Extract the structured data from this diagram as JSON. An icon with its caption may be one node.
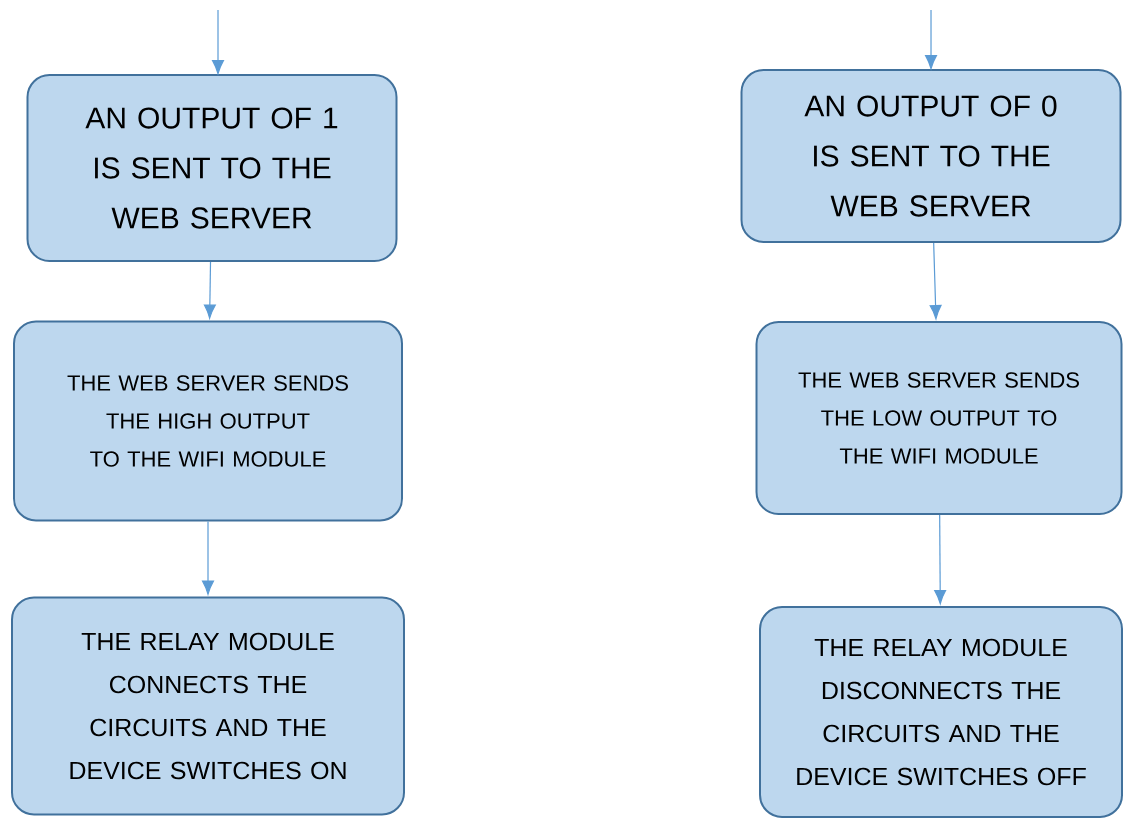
{
  "diagram": {
    "nodes": [
      {
        "text": [
          "AN OUTPUT OF 1 IS SENT TO THE WEB SERVER"
        ]
      },
      {
        "text": [
          "THE WEB SERVER SENDS THE HIGH OUTPUT TO THE WIFI MODULE"
        ]
      },
      {
        "text": [
          "THE RELAY MODULE CONNECTS THE CIRCUITS AND THE DEVICE SWITCHES ON"
        ]
      },
      {
        "text": [
          "AN OUTPUT OF 0 IS SENT TO THE WEB SERVER"
        ]
      },
      {
        "text": [
          "THE WEB SERVER SENDS THE LOW OUTPUT TO THE WIFI MODULE"
        ]
      },
      {
        "text": [
          "THE RELAY MODULE DISCONNECTS THE CIRCUITS AND THE DEVICE SWITCHES OFF"
        ]
      }
    ],
    "edges": [
      {
        "from": null,
        "to": 0,
        "arrow": "to"
      },
      {
        "from": 0,
        "to": 1,
        "arrow": "to"
      },
      {
        "from": 1,
        "to": 2,
        "arrow": "to"
      },
      {
        "from": null,
        "to": 3,
        "arrow": "to"
      },
      {
        "from": 3,
        "to": 4,
        "arrow": "to"
      },
      {
        "from": 4,
        "to": 5,
        "arrow": "to"
      }
    ]
  }
}
